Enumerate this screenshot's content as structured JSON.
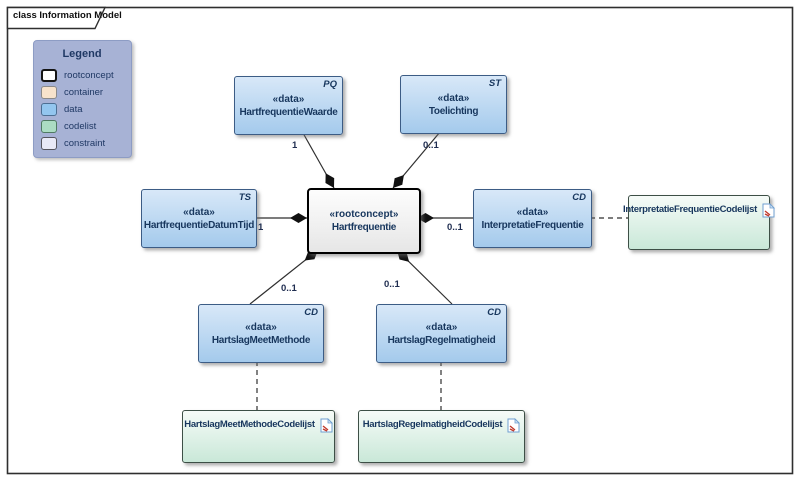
{
  "frame": {
    "title": "class Information Model"
  },
  "legend": {
    "title": "Legend",
    "items": [
      {
        "label": "rootconcept"
      },
      {
        "label": "container"
      },
      {
        "label": "data"
      },
      {
        "label": "codelist"
      },
      {
        "label": "constraint"
      }
    ]
  },
  "root": {
    "stereotype": "«rootconcept»",
    "name": "Hartfrequentie"
  },
  "nodes": [
    {
      "stereotype": "«data»",
      "name": "HartfrequentieWaarde",
      "tag": "PQ",
      "multiplicity": "1"
    },
    {
      "stereotype": "«data»",
      "name": "Toelichting",
      "tag": "ST",
      "multiplicity": "0..1"
    },
    {
      "stereotype": "«data»",
      "name": "HartfrequentieDatumTijd",
      "tag": "TS",
      "multiplicity": "1"
    },
    {
      "stereotype": "«data»",
      "name": "InterpretatieFrequentie",
      "tag": "CD",
      "multiplicity": "0..1"
    },
    {
      "stereotype": "«data»",
      "name": "HartslagMeetMethode",
      "tag": "CD",
      "multiplicity": "0..1"
    },
    {
      "stereotype": "«data»",
      "name": "HartslagRegelmatigheid",
      "tag": "CD",
      "multiplicity": "0..1"
    }
  ],
  "codelists": [
    {
      "name": "InterpretatieFrequentieCodelijst"
    },
    {
      "name": "HartslagMeetMethodeCodelijst"
    },
    {
      "name": "HartslagRegelmatigheidCodelijst"
    }
  ],
  "colors": {
    "data_fill": "#a4caec",
    "data_border": "#3c5c85",
    "codelist_fill": "#c9e8d8",
    "rootconcept_fill": "#f4f4f4",
    "legend_bg": "#a7b2d5",
    "text": "#17365d",
    "connector": "#2f2f2f"
  }
}
